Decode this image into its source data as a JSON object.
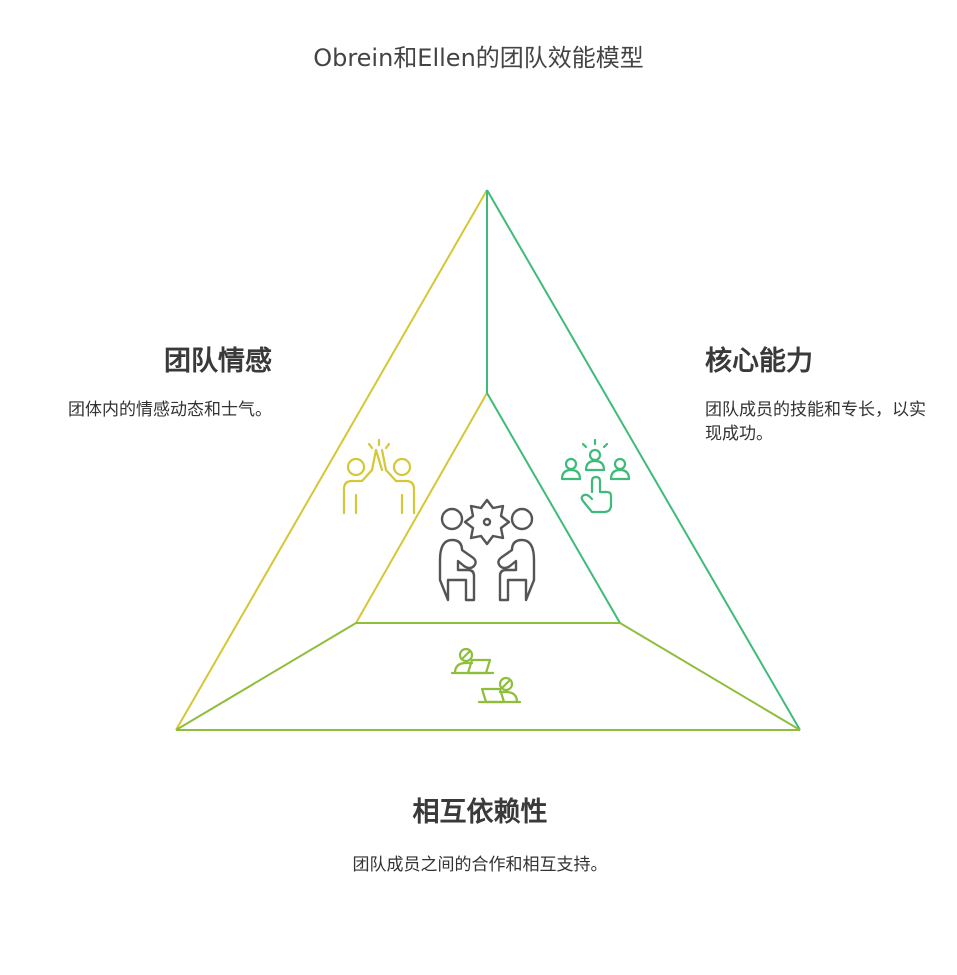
{
  "title": "Obrein和Ellen的团队效能模型",
  "sections": {
    "emotion": {
      "heading": "团队情感",
      "description": "团体内的情感动态和士气。",
      "color": "#d5c735"
    },
    "competence": {
      "heading": "核心能力",
      "description": "团队成员的技能和专长，以实现成功。",
      "color": "#3dbb7a"
    },
    "interdependence": {
      "heading": "相互依赖性",
      "description": "团队成员之间的合作和相互支持。",
      "color": "#8fbe3a"
    }
  },
  "center_icon": {
    "name": "collaboration-icon",
    "color": "#555555"
  },
  "icons": {
    "emotion": "high-five-icon",
    "competence": "team-select-icon",
    "interdependence": "remote-workers-icon"
  }
}
